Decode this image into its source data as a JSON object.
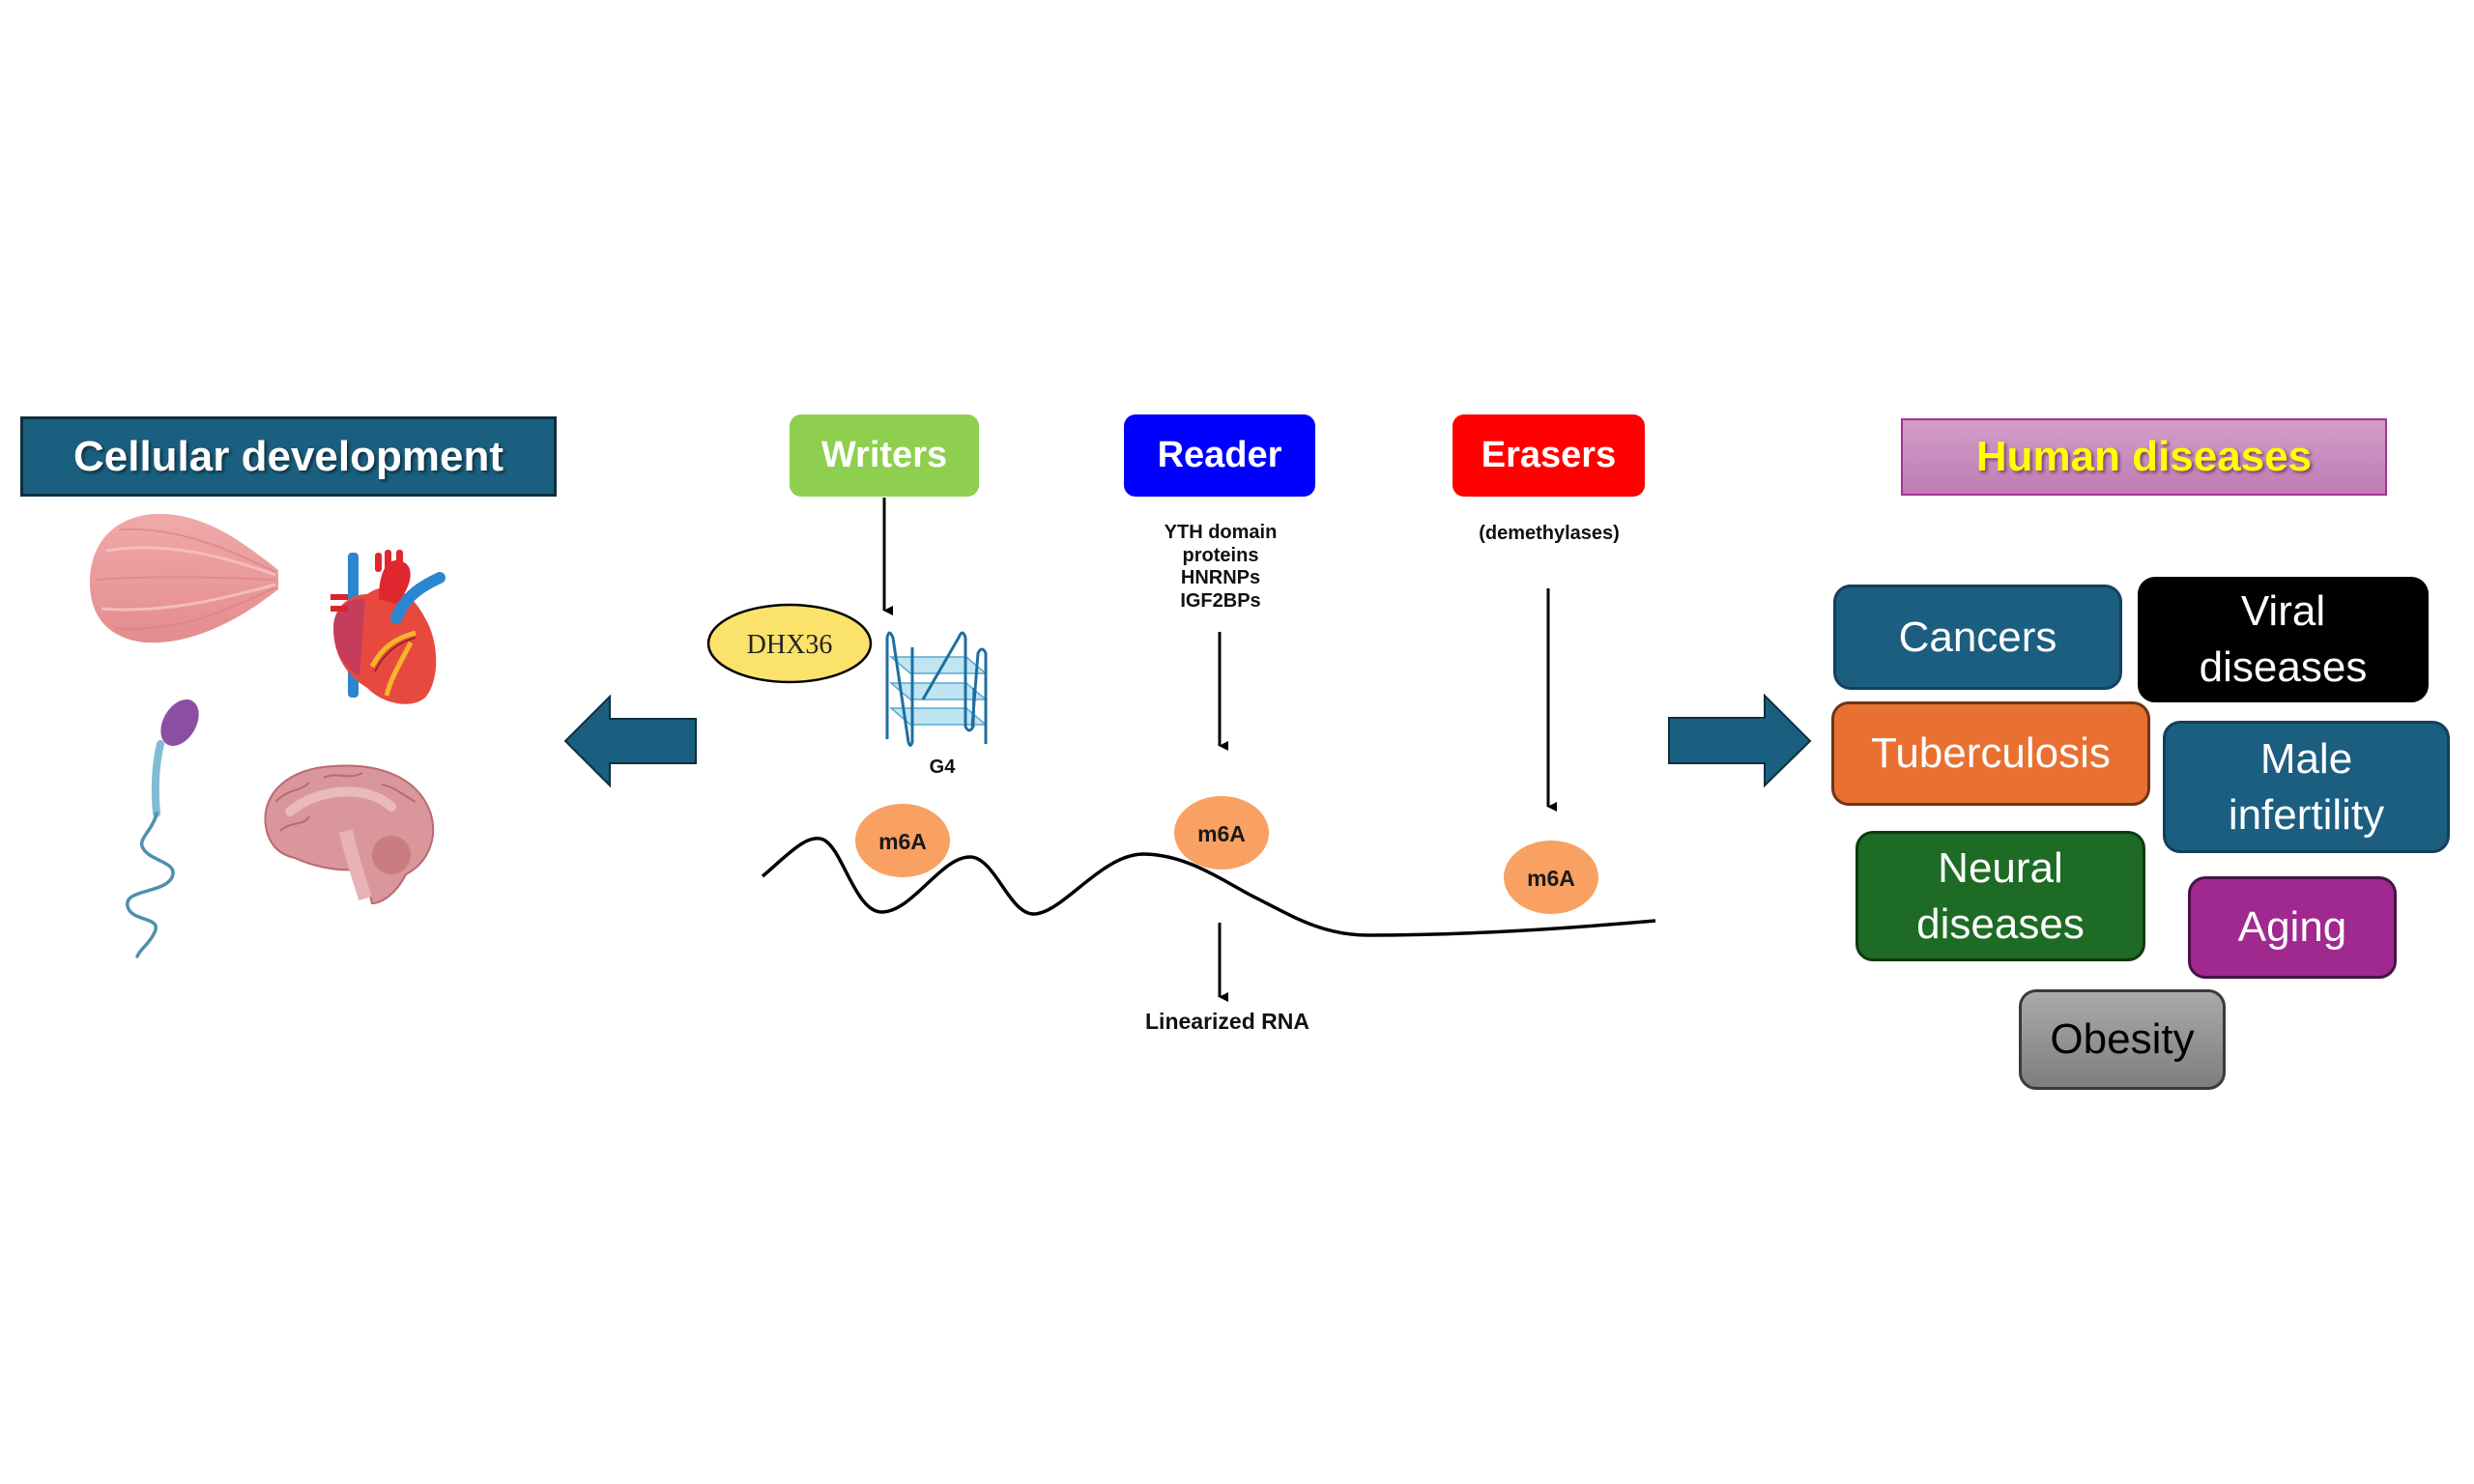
{
  "left_panel": {
    "title": "Cellular development",
    "illustrations": [
      "muscle",
      "heart",
      "sperm",
      "brain"
    ]
  },
  "center_panel": {
    "roles": [
      {
        "label": "Writers",
        "color": "#8fcf50"
      },
      {
        "label": "Reader",
        "color": "#0000ff"
      },
      {
        "label": "Erasers",
        "color": "#ff0000"
      }
    ],
    "reader_proteins": [
      "YTH domain",
      "proteins",
      "HNRNPs",
      "IGF2BPs"
    ],
    "eraser_note": "(demethylases)",
    "helicase_label": "DHX36",
    "g4_label": "G4",
    "modification_label": "m6A",
    "outcome_label": "Linearized RNA"
  },
  "right_panel": {
    "title": "Human diseases",
    "title_color": "#ffff00",
    "diseases": [
      {
        "label": "Cancers",
        "color": "#1b5e80"
      },
      {
        "label": "Viral diseases",
        "line1": "Viral",
        "line2": "diseases",
        "color": "#000000"
      },
      {
        "label": "Tuberculosis",
        "color": "#e87132"
      },
      {
        "label": "Male infertility",
        "line1": "Male",
        "line2": "infertility",
        "color": "#1b5e80"
      },
      {
        "label": "Neural diseases",
        "line1": "Neural",
        "line2": "diseases",
        "color": "#1d6b24"
      },
      {
        "label": "Aging",
        "color": "#a0298f"
      },
      {
        "label": "Obesity",
        "color": "#999999"
      }
    ]
  },
  "arrows": {
    "left": "points-to-cellular-development",
    "right": "points-to-human-diseases",
    "color": "#1a5f7f"
  }
}
